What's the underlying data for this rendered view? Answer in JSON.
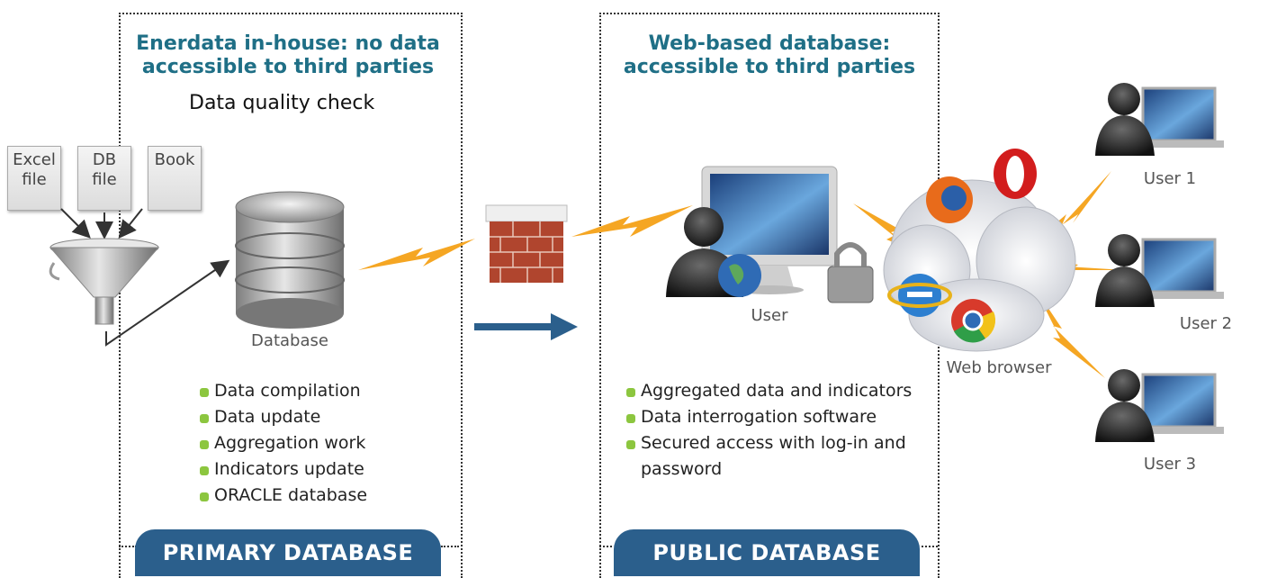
{
  "left_panel": {
    "title": "Enerdata in-house: no data accessible to third parties",
    "subhead": "Data quality check",
    "banner": "PRIMARY DATABASE",
    "sources": [
      "Excel file",
      "DB file",
      "Book"
    ],
    "database_label": "Database",
    "bullets": [
      "Data compilation",
      "Data update",
      "Aggregation work",
      "Indicators update",
      "ORACLE database"
    ]
  },
  "right_panel": {
    "title": "Web-based database: accessible to third parties",
    "banner": "PUBLIC DATABASE",
    "user_label": "User",
    "bullets": [
      "Aggregated data and indicators",
      "Data interrogation software",
      "Secured access with log-in and password"
    ]
  },
  "web": {
    "browser_label": "Web browser",
    "users": [
      "User 1",
      "User 2",
      "User 3"
    ]
  },
  "colors": {
    "title": "#1f6f86",
    "banner": "#2b5f8c",
    "bullet": "#8cc63f",
    "bolt": "#f5a623",
    "arrow": "#2b5f8c"
  }
}
